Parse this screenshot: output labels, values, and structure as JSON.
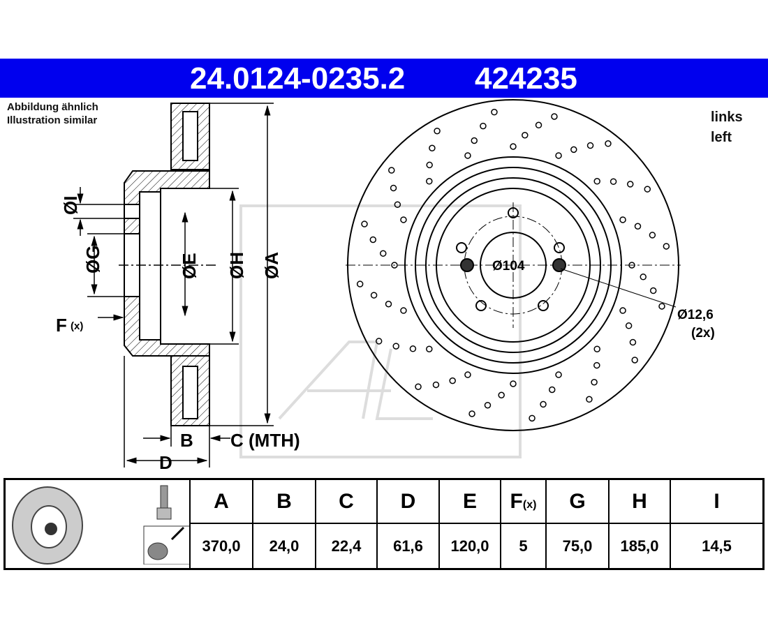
{
  "header": {
    "part_number": "24.0124-0235.2",
    "short_number": "424235",
    "color": "#0000ee"
  },
  "note": {
    "line1": "Abbildung ähnlich",
    "line2": "Illustration similar"
  },
  "side": {
    "line1": "links",
    "line2": "left"
  },
  "drawing": {
    "labels": {
      "I": "ØI",
      "G": "ØG",
      "E": "ØE",
      "H": "ØH",
      "A": "ØA",
      "F": "F",
      "F_suffix": "(x)",
      "B": "B",
      "C": "C (MTH)",
      "D": "D"
    },
    "pcd": "Ø104",
    "hole": "Ø12,6",
    "hole_count": "(2x)"
  },
  "table": {
    "headers": [
      "A",
      "B",
      "C",
      "D",
      "E",
      "F",
      "G",
      "H",
      "I"
    ],
    "f_suffix": "(x)",
    "values": [
      "370,0",
      "24,0",
      "22,4",
      "61,6",
      "120,0",
      "5",
      "75,0",
      "185,0",
      "14,5"
    ]
  }
}
